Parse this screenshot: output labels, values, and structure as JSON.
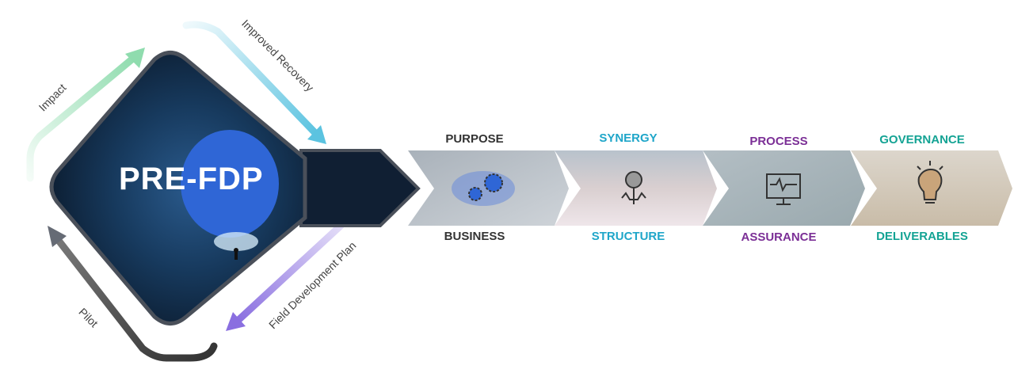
{
  "center": {
    "title": "PRE-FDP"
  },
  "cycle": {
    "arrows": [
      {
        "label": "Impact",
        "color": "#8fdcae"
      },
      {
        "label": "Improved Recovery",
        "color": "#5bc3e0"
      },
      {
        "label": "Field Development Plan",
        "color": "#8a6fe0"
      },
      {
        "label": "Pilot",
        "color": "#555a66"
      }
    ]
  },
  "steps": [
    {
      "top": "PURPOSE",
      "bottom": "BUSINESS",
      "color": "#333333",
      "icon": "gears-icon"
    },
    {
      "top": "SYNERGY",
      "bottom": "STRUCTURE",
      "color": "#1fa6c9",
      "icon": "magnifier-chart-icon"
    },
    {
      "top": "PROCESS",
      "bottom": "ASSURANCE",
      "color": "#7b2f96",
      "icon": "monitor-pulse-icon"
    },
    {
      "top": "GOVERNANCE",
      "bottom": "DELIVERABLES",
      "color": "#14a394",
      "icon": "lightbulb-icon"
    }
  ]
}
